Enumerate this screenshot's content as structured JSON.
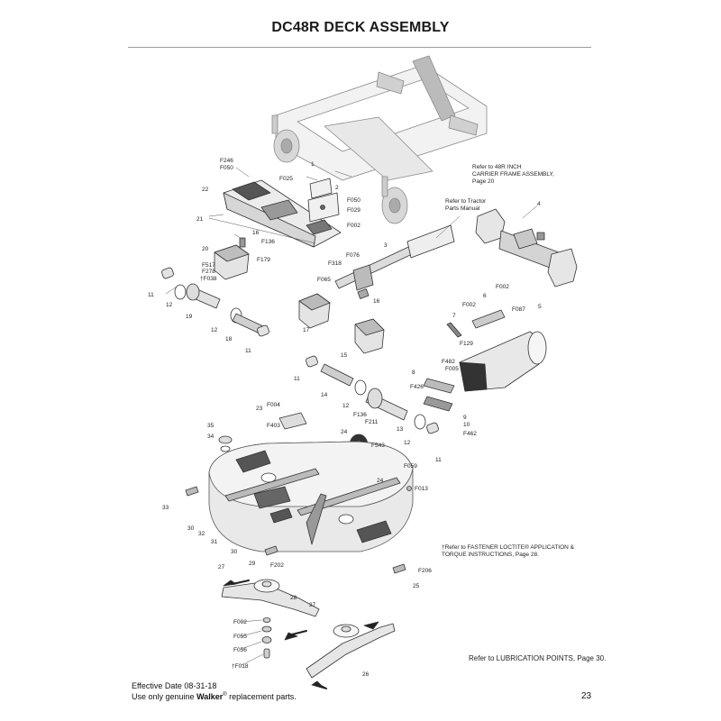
{
  "title": "DC48R DECK ASSEMBLY",
  "notes": {
    "carrier_frame": [
      "Refer to 48R INCH",
      "CARRIER FRAME ASSEMBLY,",
      "Page 20"
    ],
    "tractor_manual": [
      "Refer to Tractor",
      "Parts Manual"
    ],
    "loctite": [
      "†Refer to FASTENER LOCTITE® APPLICATION &",
      "TORQUE INSTRUCTIONS, Page 28."
    ],
    "lubrication": "Refer to LUBRICATION POINTS, Page 30."
  },
  "footer": {
    "effective_date": "Effective Date 08-31-18",
    "use_prefix": "Use only genuine ",
    "brand": "Walker",
    "registered": "®",
    "use_suffix": " replacement parts.",
    "page_number": "23"
  },
  "callouts": [
    {
      "text": "F246"
    },
    {
      "text": "F050"
    },
    {
      "text": "1"
    },
    {
      "text": "F025"
    },
    {
      "text": "22"
    },
    {
      "text": "2"
    },
    {
      "text": "F050"
    },
    {
      "text": "F029"
    },
    {
      "text": "21"
    },
    {
      "text": "F002"
    },
    {
      "text": "16"
    },
    {
      "text": "F136"
    },
    {
      "text": "20"
    },
    {
      "text": "F179"
    },
    {
      "text": "F517"
    },
    {
      "text": "F278"
    },
    {
      "text": "†F038"
    },
    {
      "text": "11"
    },
    {
      "text": "12"
    },
    {
      "text": "19"
    },
    {
      "text": "12"
    },
    {
      "text": "18"
    },
    {
      "text": "11"
    },
    {
      "text": "3"
    },
    {
      "text": "F318"
    },
    {
      "text": "F076"
    },
    {
      "text": "F065"
    },
    {
      "text": "4"
    },
    {
      "text": "16"
    },
    {
      "text": "17"
    },
    {
      "text": "15"
    },
    {
      "text": "F002"
    },
    {
      "text": "F002"
    },
    {
      "text": "6"
    },
    {
      "text": "7"
    },
    {
      "text": "F087"
    },
    {
      "text": "F129"
    },
    {
      "text": "5"
    },
    {
      "text": "11"
    },
    {
      "text": "14"
    },
    {
      "text": "F005"
    },
    {
      "text": "F482"
    },
    {
      "text": "8"
    },
    {
      "text": "F426"
    },
    {
      "text": "12"
    },
    {
      "text": "F136"
    },
    {
      "text": "F211"
    },
    {
      "text": "9"
    },
    {
      "text": "10"
    },
    {
      "text": "F462"
    },
    {
      "text": "13"
    },
    {
      "text": "12"
    },
    {
      "text": "11"
    },
    {
      "text": "F004"
    },
    {
      "text": "23"
    },
    {
      "text": "F403"
    },
    {
      "text": "35"
    },
    {
      "text": "34"
    },
    {
      "text": "24"
    },
    {
      "text": "F543"
    },
    {
      "text": "F059"
    },
    {
      "text": "24"
    },
    {
      "text": "F013"
    },
    {
      "text": "33"
    },
    {
      "text": "30"
    },
    {
      "text": "32"
    },
    {
      "text": "31"
    },
    {
      "text": "30"
    },
    {
      "text": "29"
    },
    {
      "text": "F202"
    },
    {
      "text": "27"
    },
    {
      "text": "28"
    },
    {
      "text": "F206"
    },
    {
      "text": "25"
    },
    {
      "text": "27"
    },
    {
      "text": "F002"
    },
    {
      "text": "F055"
    },
    {
      "text": "F056"
    },
    {
      "text": "†F018"
    },
    {
      "text": "26"
    }
  ]
}
